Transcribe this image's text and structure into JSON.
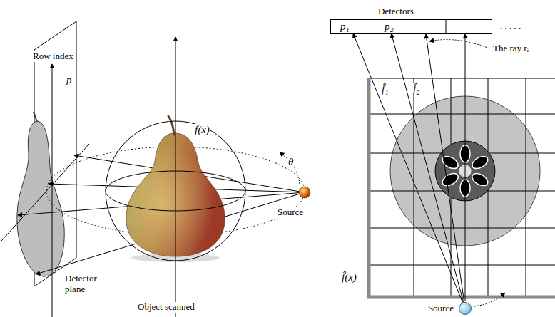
{
  "diagram": {
    "nodes": [
      {
        "text": [
          "Detectors"
        ]
      },
      {
        "text": [
          "p₁"
        ],
        "in": 0
      },
      {
        "text": [
          "p₂"
        ],
        "in": 0
      },
      {
        "text": [
          "Source"
        ]
      }
    ],
    "edges": [
      {
        "from": 3,
        "to": 1,
        "arrow": "to"
      },
      {
        "from": 3,
        "to": 2,
        "arrow": "to"
      }
    ],
    "labels": [
      "Row index",
      "p",
      "f(x)",
      "θ",
      "Source",
      "Detector plane",
      "Object scanned",
      "f̂₁",
      "f̂₂",
      "The ray rᵢ",
      ". . . . .",
      "f̂(x)"
    ]
  }
}
